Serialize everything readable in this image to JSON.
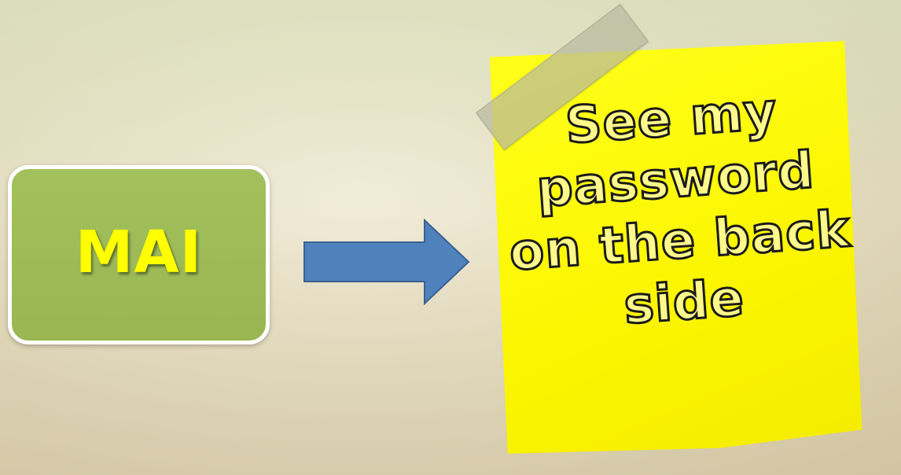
{
  "box": {
    "label": "MAI",
    "fill_color": "#9bb956",
    "text_color": "#ffff00"
  },
  "arrow": {
    "icon": "right-arrow-icon",
    "color": "#4f81bd"
  },
  "note": {
    "text": "See my\npassword\non the back\nside",
    "color": "#ffff00"
  },
  "tape": {
    "icon": "tape-strip"
  }
}
